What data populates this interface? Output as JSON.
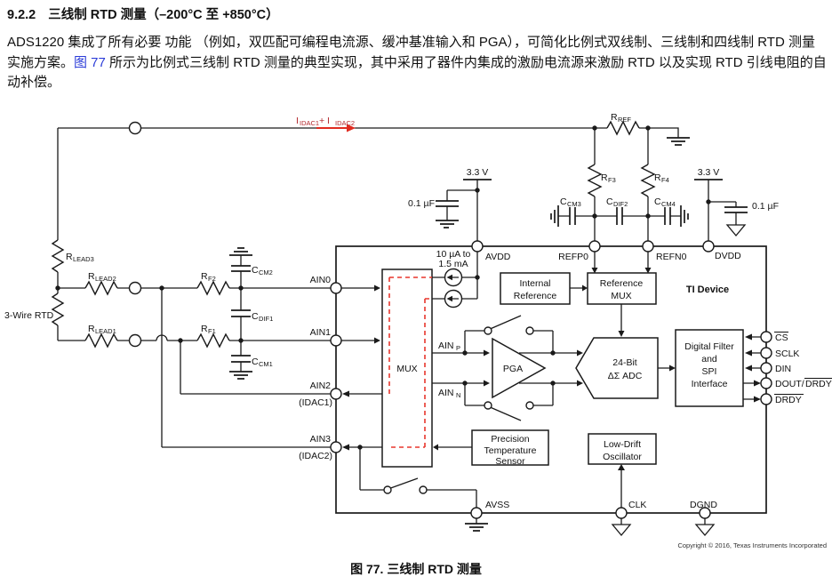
{
  "header": {
    "section": "9.2.2",
    "title": "三线制 RTD 测量（–200°C 至 +850°C）"
  },
  "paragraph": {
    "before_link": "ADS1220 集成了所有必要 功能 （例如，双匹配可编程电流源、缓冲基准输入和 PGA），可简化比例式双线制、三线制和四线制 RTD 测量实施方案。",
    "link": "图 77",
    "after_link": " 所示为比例式三线制 RTD 测量的典型实现，其中采用了器件内集成的激励电流源来激励 RTD 以及实现 RTD 引线电阻的自动补偿。"
  },
  "figure": {
    "caption": "图 77. 三线制 RTD 测量",
    "copyright": "Copyright © 2016, Texas Instruments Incorporated"
  },
  "colors": {
    "link_blue": "#2b3cd8",
    "idac_arrow_red": "#e02b20",
    "idac_dash_red": "#e8362d"
  },
  "schematic": {
    "idac_label": {
      "i": "I",
      "sub1": "IDAC1",
      "plus": " + I",
      "sub2": "IDAC2"
    },
    "rtd_label": "3-Wire RTD",
    "supply_3v3": "3.3 V",
    "cap_0_1uf": "0.1 µF",
    "idac_range_1": "10 µA to",
    "idac_range_2": "1.5 mA",
    "r_ref": {
      "base": "R",
      "sub": "REF"
    },
    "r_f1": {
      "base": "R",
      "sub": "F1"
    },
    "r_f2": {
      "base": "R",
      "sub": "F2"
    },
    "r_f3": {
      "base": "R",
      "sub": "F3"
    },
    "r_f4": {
      "base": "R",
      "sub": "F4"
    },
    "r_lead1": {
      "base": "R",
      "sub": "LEAD1"
    },
    "r_lead2": {
      "base": "R",
      "sub": "LEAD2"
    },
    "r_lead3": {
      "base": "R",
      "sub": "LEAD3"
    },
    "c_cm1": {
      "base": "C",
      "sub": "CM1"
    },
    "c_cm2": {
      "base": "C",
      "sub": "CM2"
    },
    "c_cm3": {
      "base": "C",
      "sub": "CM3"
    },
    "c_cm4": {
      "base": "C",
      "sub": "CM4"
    },
    "c_dif1": {
      "base": "C",
      "sub": "DIF1"
    },
    "c_dif2": {
      "base": "C",
      "sub": "DIF2"
    },
    "ain_p": {
      "base": "AIN",
      "sub": "P"
    },
    "ain_n": {
      "base": "AIN",
      "sub": "N"
    },
    "pins": {
      "avdd": "AVDD",
      "refp0": "REFP0",
      "refn0": "REFN0",
      "dvdd": "DVDD",
      "ain0": "AIN0",
      "ain1": "AIN1",
      "ain2": "AIN2",
      "idac1": "(IDAC1)",
      "ain3": "AIN3",
      "idac2": "(IDAC2)",
      "avss": "AVSS",
      "clk": "CLK",
      "dgnd": "DGND",
      "cs": "CS",
      "sclk": "SCLK",
      "din": "DIN",
      "dout": "DOUT/",
      "drdy": "DRDY"
    },
    "blocks": {
      "mux": "MUX",
      "pga": "PGA",
      "adc_1": "24-Bit",
      "adc_2": "ΔΣ ADC",
      "int_ref_1": "Internal",
      "int_ref_2": "Reference",
      "ref_mux_1": "Reference",
      "ref_mux_2": "MUX",
      "ti_device": "TI Device",
      "dig_1": "Digital Filter",
      "dig_2": "and",
      "dig_3": "SPI",
      "dig_4": "Interface",
      "osc_1": "Low-Drift",
      "osc_2": "Oscillator",
      "temp_1": "Precision",
      "temp_2": "Temperature",
      "temp_3": "Sensor"
    }
  }
}
